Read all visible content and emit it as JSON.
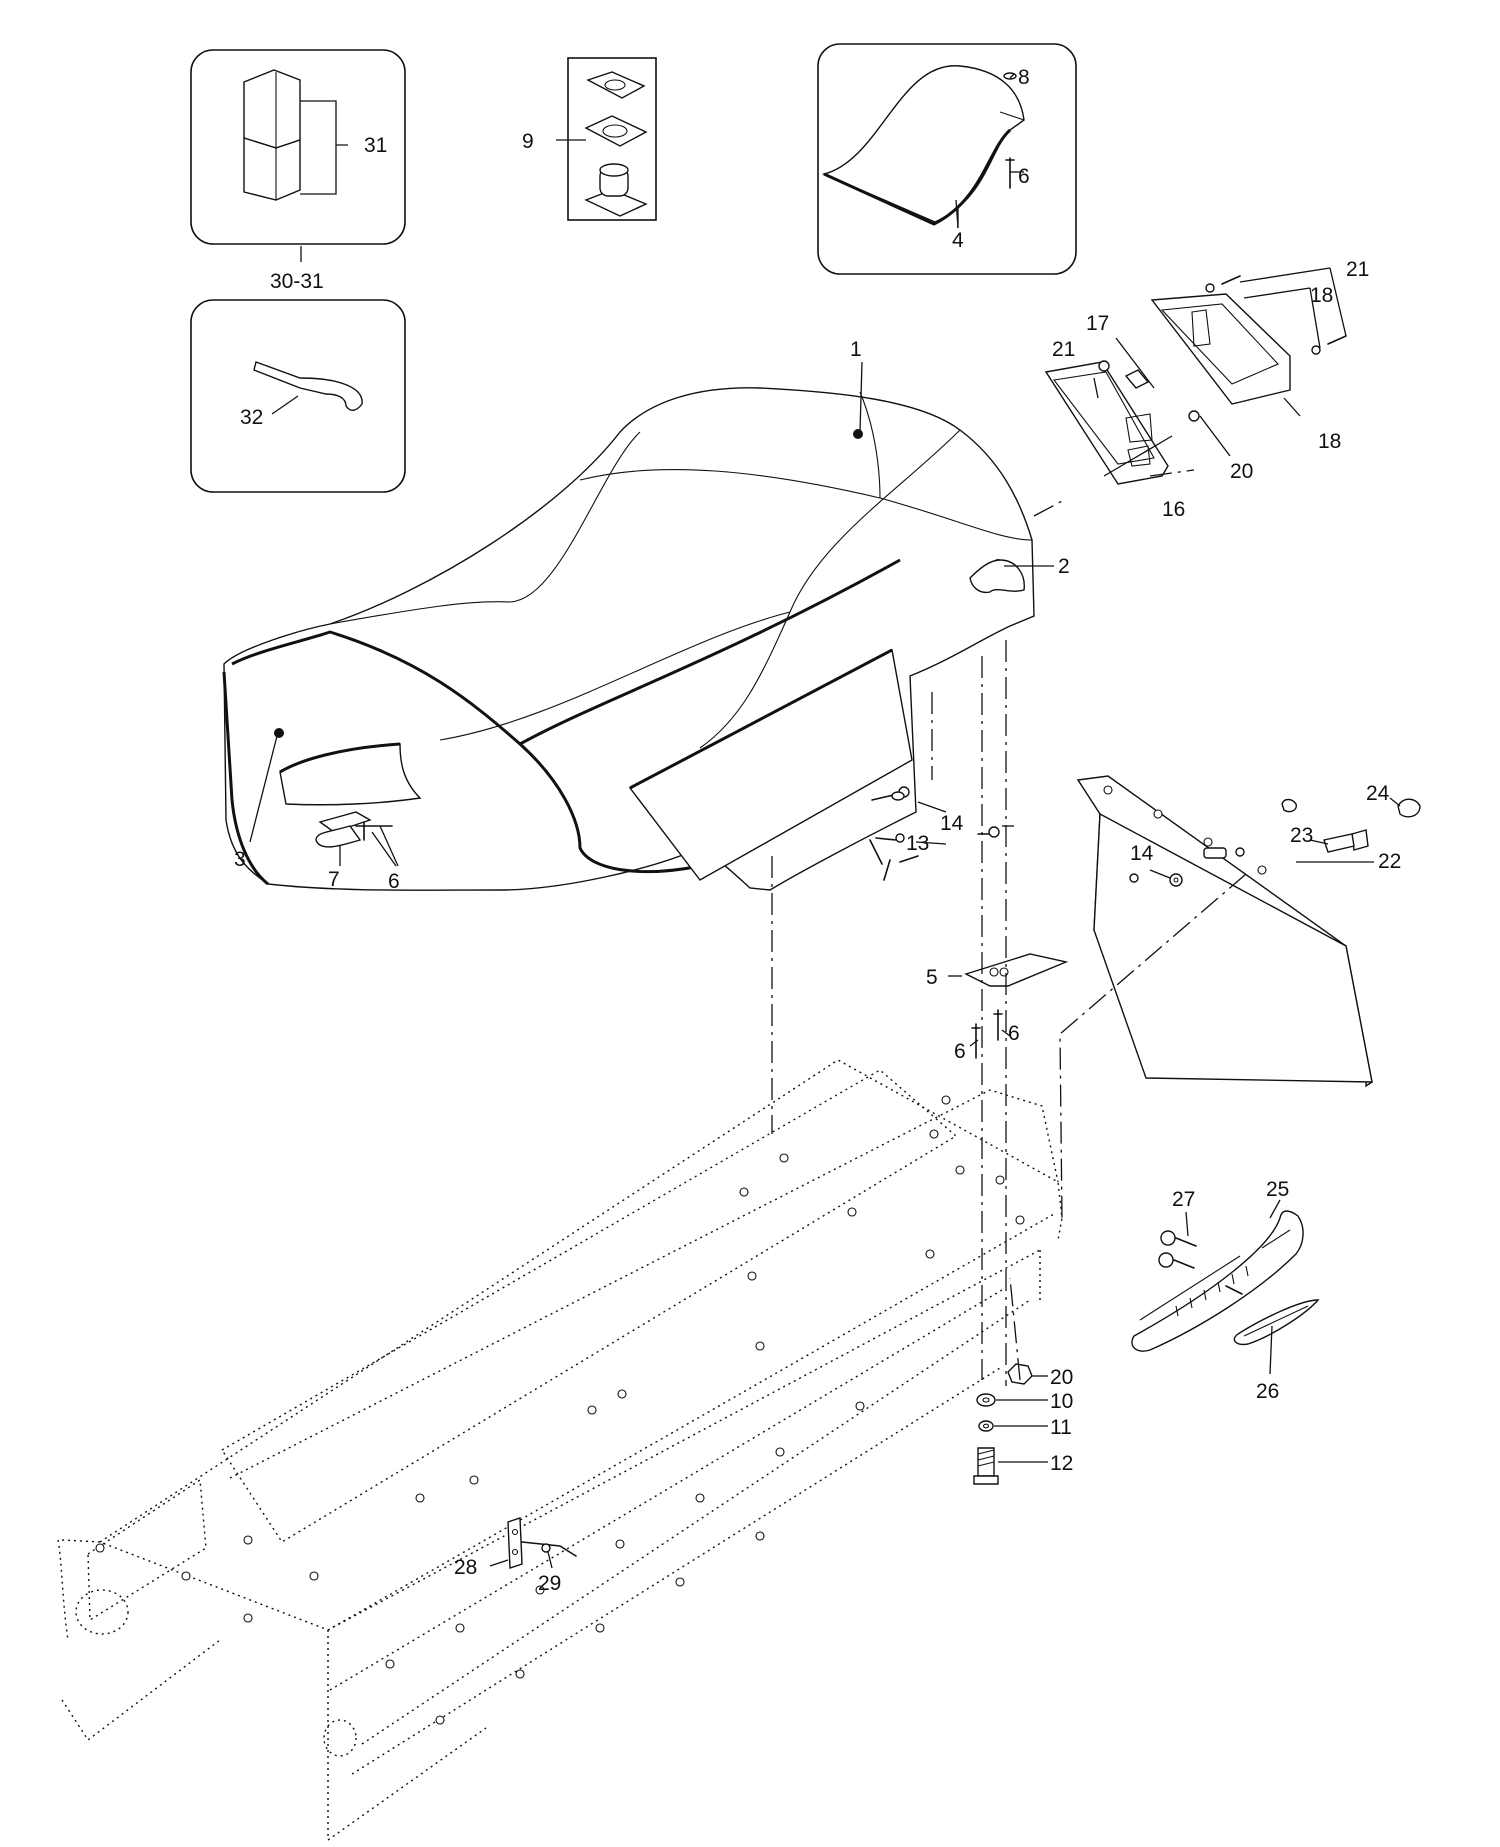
{
  "callouts": {
    "c1": "1",
    "c2": "2",
    "c3": "3",
    "c4": "4",
    "c5": "5",
    "c6a": "6",
    "c6b": "6",
    "c6c": "6",
    "c6d": "6",
    "c7": "7",
    "c8": "8",
    "c9": "9",
    "c10": "10",
    "c11": "11",
    "c12": "12",
    "c13": "13",
    "c14a": "14",
    "c14b": "14",
    "c16": "16",
    "c17": "17",
    "c18a": "18",
    "c18b": "18",
    "c20a": "20",
    "c20b": "20",
    "c21a": "21",
    "c21b": "21",
    "c22": "22",
    "c23": "23",
    "c24": "24",
    "c25": "25",
    "c26": "26",
    "c27": "27",
    "c28": "28",
    "c29": "29",
    "c30_31": "30-31",
    "c31": "31",
    "c32": "32"
  }
}
